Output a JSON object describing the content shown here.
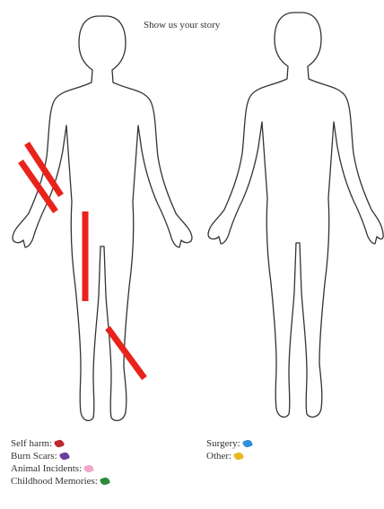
{
  "title": "Show us your story",
  "legend": {
    "left": [
      {
        "label": "Self harm:",
        "color": "#c0282f"
      },
      {
        "label": "Burn Scars:",
        "color": "#6b3fa0"
      },
      {
        "label": "Animal Incidents:",
        "color": "#f0a8c8"
      },
      {
        "label": "Childhood Memories:",
        "color": "#2f8a3a"
      }
    ],
    "right": [
      {
        "label": "Surgery:",
        "color": "#2f8fd8"
      },
      {
        "label": "Other:",
        "color": "#e8b820"
      }
    ]
  },
  "marks": {
    "category": "Self harm:",
    "color": "#e8231b",
    "count": 4
  }
}
